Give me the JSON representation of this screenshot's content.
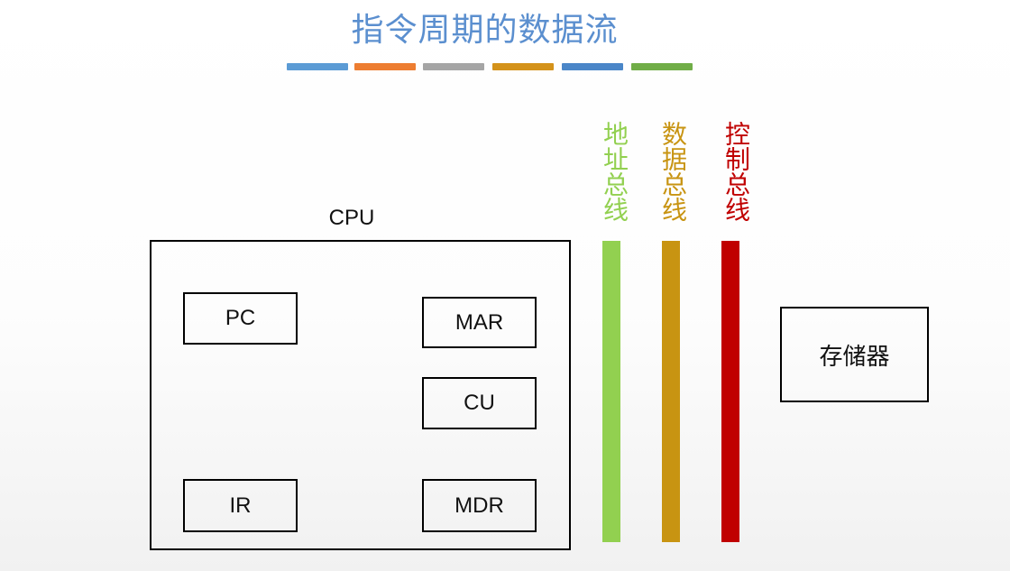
{
  "title": "指令周期的数据流",
  "decor_bars": [
    {
      "color": "#5b9bd5"
    },
    {
      "color": "#ed7d31"
    },
    {
      "color": "#a5a5a5"
    },
    {
      "color": "#d4921a"
    },
    {
      "color": "#4a86c8"
    },
    {
      "color": "#70ad47"
    }
  ],
  "cpu": {
    "label": "CPU",
    "registers": {
      "pc": "PC",
      "mar": "MAR",
      "cu": "CU",
      "ir": "IR",
      "mdr": "MDR"
    }
  },
  "buses": {
    "address": {
      "label": "地址总线",
      "color": "#92d050"
    },
    "data": {
      "label": "数据总线",
      "color": "#c89412"
    },
    "control": {
      "label": "控制总线",
      "color": "#c00000"
    }
  },
  "memory": {
    "label": "存储器"
  }
}
